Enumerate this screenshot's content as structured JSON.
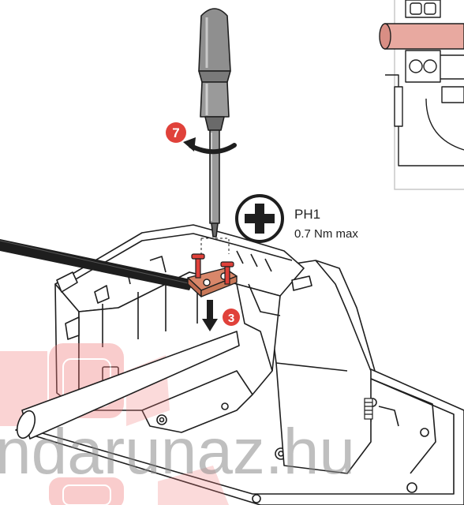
{
  "colors": {
    "accent": "#e0413a",
    "copper": "#d9876a",
    "wire": "#e8a9a0",
    "line": "#1e1e1e",
    "tool_body": "#8f8f8f"
  },
  "steps": {
    "tighten": "7",
    "insert": "3"
  },
  "spec": {
    "bit": "PH1",
    "torque": "0.7 Nm max"
  },
  "icons": {
    "bit_symbol": "phillips-cross-icon",
    "rotation": "rotate-arrow-icon"
  },
  "watermark": {
    "text": "ndarunaz.hu"
  }
}
